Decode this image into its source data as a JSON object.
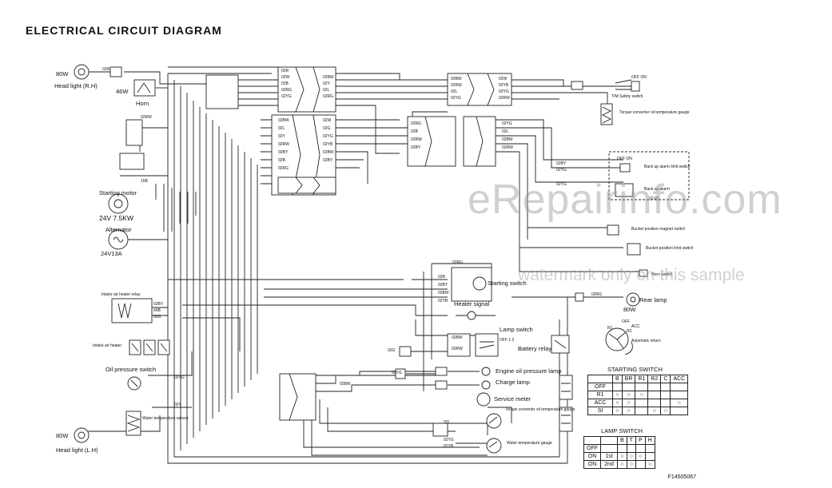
{
  "title": "ELECTRICAL CIRCUIT DIAGRAM",
  "watermark": {
    "main": "eRepairinfo.com",
    "sub": "watermark only on this sample"
  },
  "components": {
    "head_light_rh": {
      "rating": "80W",
      "name": "Head light (R.H)"
    },
    "head_light_lh": {
      "rating": "80W",
      "name": "Head light (L.H)"
    },
    "horn": {
      "rating": "46W",
      "name": "Horn"
    },
    "starting_motor": {
      "name": "Starting motor",
      "rating": "24V 7.5KW"
    },
    "alternator": {
      "name": "Alternator",
      "rating": "24V13A"
    },
    "intake_relay": "Intake air heater relay",
    "intake_heater": "Intake air heater",
    "oil_pressure_switch": "Oil pressure switch",
    "water_temp_sensor": "Water temperature sensor",
    "tm_safety_switch": "T/M Safety switch",
    "torque_converter_gauge_top": "Torque converter oil temperature gauge",
    "back_up_alarm_limit": "Back up alarm limit switch",
    "back_up_alarm": "Back up alarm",
    "back_up_alarm_op": "(O.P)",
    "bucket_magnet": "Bucket position magnet switch",
    "bucket_limit": "Bucket position limit switch",
    "horn_switch": "Horn switch",
    "rear_lamp": {
      "name": "Rear lamp",
      "rating": "80W"
    },
    "starting_switch": "Starting switch",
    "heater_signal": "Heater signal",
    "lamp_switch": "Lamp switch",
    "battery_relay": "Battery relay",
    "automatic_return": "Automatic return",
    "engine_oil_pressure_lamp": "Engine oil pressure lamp",
    "charge_lamp": "Charge lamp",
    "service_meter": "Service meter",
    "torque_converter_gauge_bottom": "Torque converter oil temperature gauge",
    "water_temperature_gauge": "Water temperature gauge"
  },
  "dial": {
    "off": "OFF",
    "acc": "ACC",
    "r1": "R1",
    "r2": "R2"
  },
  "switch_labels": {
    "off_on": "OFF ON",
    "lamp_positions": "OFF 1 2"
  },
  "starting_switch_table": {
    "title": "STARTING SWITCH",
    "headers": [
      "",
      "B",
      "BR",
      "R1",
      "R2",
      "C",
      "ACC"
    ],
    "rows": [
      "OFF",
      "R1",
      "ACC",
      "St"
    ]
  },
  "lamp_switch_table": {
    "title": "LAMP SWITCH",
    "headers": [
      "",
      "",
      "B",
      "T",
      "P",
      "H"
    ],
    "rows": [
      [
        "OFF",
        ""
      ],
      [
        "ON",
        "1st"
      ],
      [
        "ON",
        "2nd"
      ]
    ]
  },
  "wire_codes": [
    "02R",
    "02W",
    "02B",
    "02RG",
    "02YG",
    "02BW",
    "02Y",
    "02L",
    "02G",
    "02BY",
    "02YB",
    "02RW",
    "15B",
    "40B"
  ],
  "drawing_code": "F14505067"
}
